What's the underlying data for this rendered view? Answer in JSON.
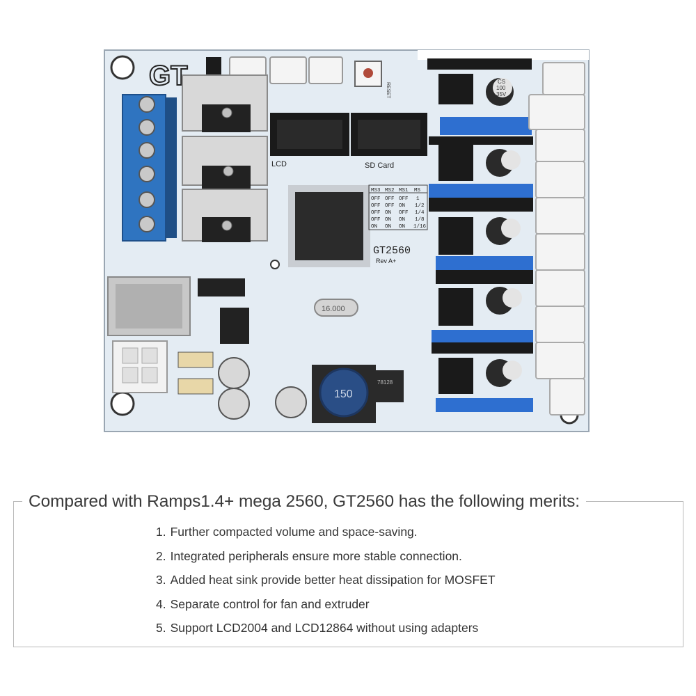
{
  "board": {
    "logo_text": "GT",
    "model_label": "GT2560",
    "revision_label": "Rev A+",
    "lcd_label": "LCD",
    "sd_card_label": "SD Card",
    "reset_label": "RESET",
    "crystal_label": "16.000",
    "inductor_label": "150",
    "regulator_label": "78128",
    "capacitor_label": {
      "line1": "CS",
      "line2": "100",
      "line3": "35V"
    },
    "microstep_table": {
      "headers": [
        "MS3",
        "MS2",
        "MS1",
        "MS"
      ],
      "rows": [
        [
          "OFF",
          "OFF",
          "OFF",
          "1"
        ],
        [
          "OFF",
          "OFF",
          "ON",
          "1/2"
        ],
        [
          "OFF",
          "ON",
          "OFF",
          "1/4"
        ],
        [
          "OFF",
          "ON",
          "ON",
          "1/8"
        ],
        [
          "ON",
          "ON",
          "ON",
          "1/16"
        ]
      ]
    },
    "colors": {
      "pcb": "#e4ecf3",
      "terminal_blue": "#2f74c0",
      "header_black": "#1a1a1a",
      "header_blue": "#2e6fd0",
      "heatsink": "#d8d8d8"
    }
  },
  "merits": {
    "heading": "Compared with Ramps1.4+ mega 2560, GT2560 has the following merits:",
    "items": [
      {
        "num": "1.",
        "text": "Further compacted volume and space-saving."
      },
      {
        "num": "2.",
        "text": "Integrated peripherals ensure more stable connection."
      },
      {
        "num": "3.",
        "text": "Added heat sink provide better heat dissipation for MOSFET"
      },
      {
        "num": "4.",
        "text": "Separate control for fan and extruder"
      },
      {
        "num": "5.",
        "text": "Support LCD2004 and LCD12864 without using adapters"
      }
    ]
  }
}
